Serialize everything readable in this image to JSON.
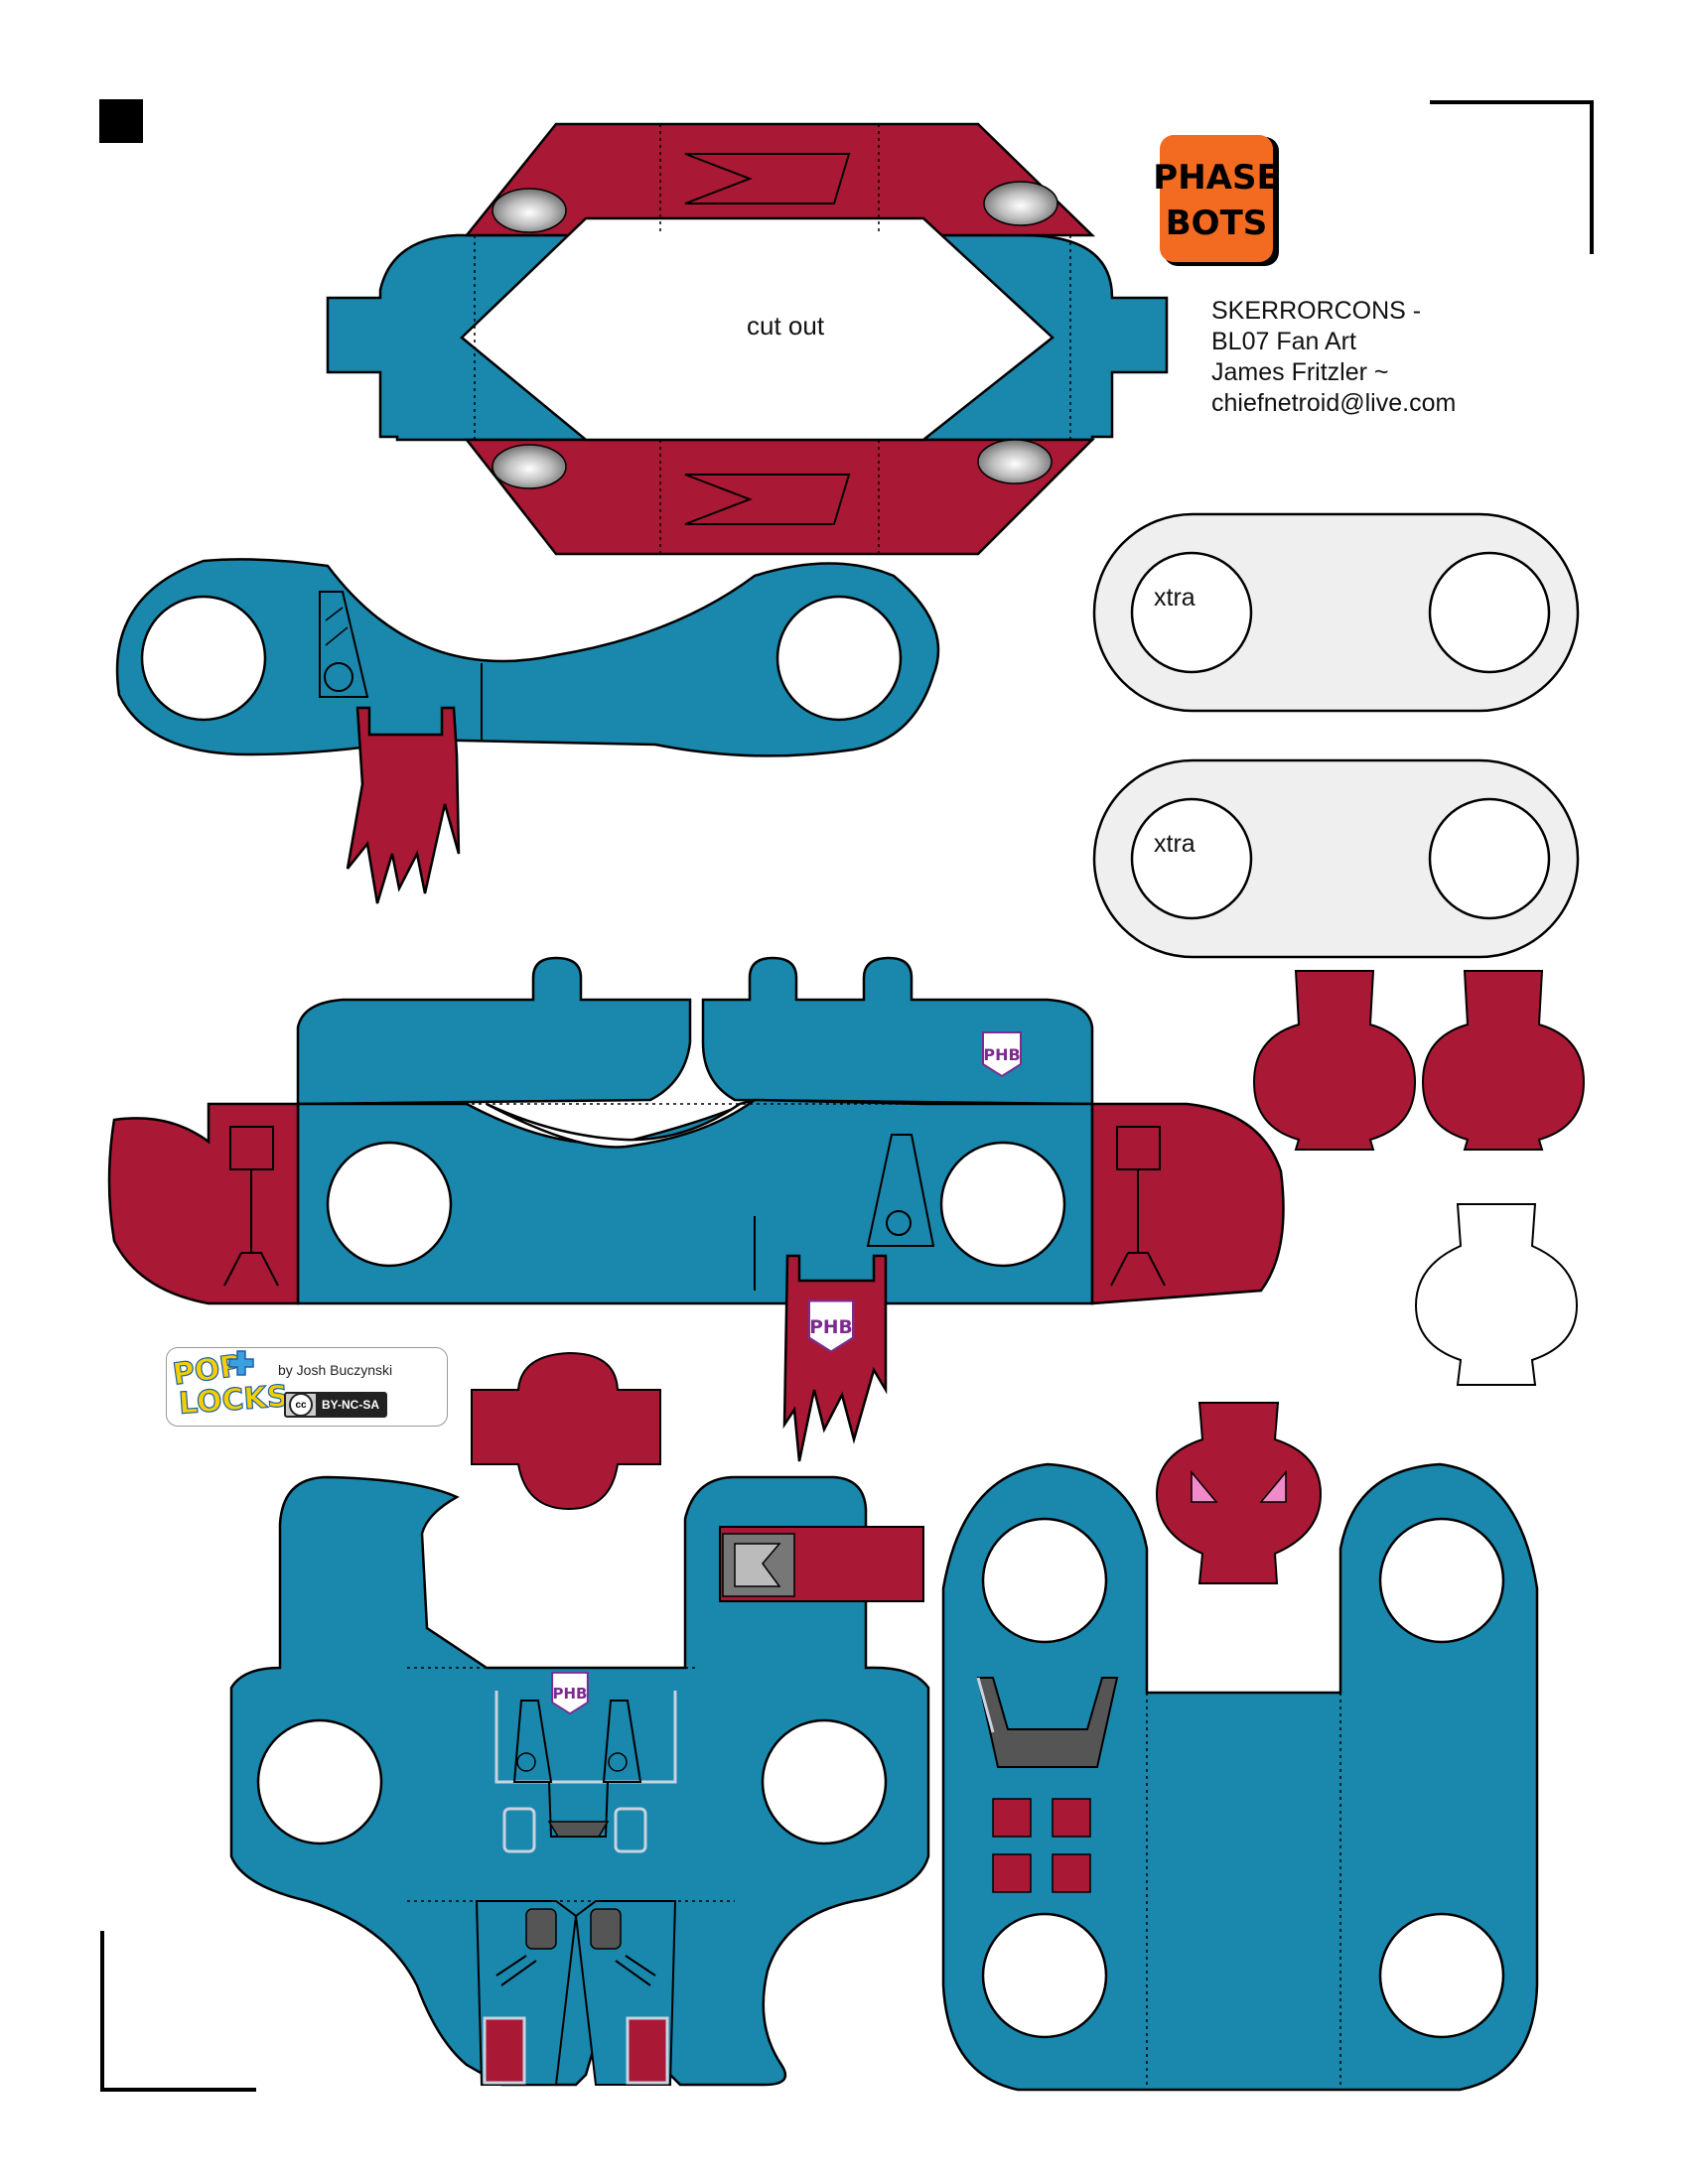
{
  "colors": {
    "teal": "#1a87ad",
    "crimson": "#a91834",
    "orange": "#f26b21",
    "light_panel": "#efefef",
    "pink": "#f08ac8",
    "purple_logo": "#7b2c8e"
  },
  "labels": {
    "cut_out": "cut out",
    "xtra_1": "xtra",
    "xtra_2": "xtra"
  },
  "credits": {
    "line1": "SKERRORCONS -",
    "line2": "BL07 Fan Art",
    "line3": "James Fritzler  ~",
    "line4": "chiefnetroid@live.com"
  },
  "phasebots_logo": {
    "text": "PHASE BOTS"
  },
  "poplocks": {
    "word1": "POP",
    "word2": "LOCKS",
    "by": "by Josh Buczynski",
    "cc": "cc",
    "license": "BY-NC-SA"
  },
  "pbh_badge": {
    "text": "PHB"
  }
}
